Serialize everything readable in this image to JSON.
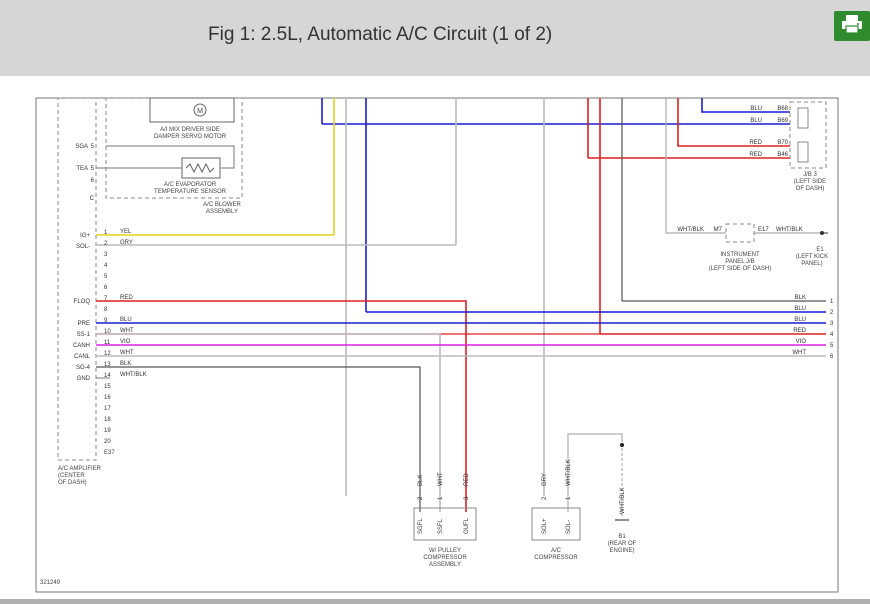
{
  "header": {
    "title": "Fig 1: 2.5L, Automatic A/C Circuit (1 of 2)",
    "print_icon": "printer-icon"
  },
  "diagram": {
    "figure_id": "321249",
    "servo_label": "A/I MIX DRIVER SIDE DAMPER SERVO MOTOR",
    "evap_sensor_label": "A/C EVAPORATOR TEMPERATURE SENSOR",
    "blower_label": "A/C BLOWER ASSEMBLY",
    "amplifier_label": "A/C AMPLIFIER (CENTER OF DASH)",
    "amplifier_connector": "E37",
    "jb3_label": "J/B 3 (LEFT SIDE OF DASH)",
    "instr_panel_label": "INSTRUMENT PANEL J/B (LEFT SIDE OF DASH)",
    "left_kick_label": "E1 (LEFT KICK PANEL)",
    "pulley_label": "W/ PULLEY COMPRESSOR ASSEMBLY",
    "compressor_label": "A/C COMPRESSOR",
    "rear_engine_label": "B1 (REAR OF ENGINE)",
    "pins_upper": [
      {
        "n": "5",
        "name": "SGA"
      },
      {
        "n": "5",
        "name": "TEA"
      },
      {
        "n": "6",
        "name": ""
      },
      {
        "n": "C",
        "name": ""
      }
    ],
    "amp_pins": [
      {
        "n": "1",
        "name": "IG+",
        "wire": "YEL"
      },
      {
        "n": "2",
        "name": "SOL-",
        "wire": "GRY"
      },
      {
        "n": "3",
        "name": "",
        "wire": ""
      },
      {
        "n": "4",
        "name": "",
        "wire": ""
      },
      {
        "n": "5",
        "name": "",
        "wire": ""
      },
      {
        "n": "6",
        "name": "",
        "wire": ""
      },
      {
        "n": "7",
        "name": "FLOQ",
        "wire": "RED"
      },
      {
        "n": "8",
        "name": "",
        "wire": ""
      },
      {
        "n": "9",
        "name": "PRE",
        "wire": "BLU"
      },
      {
        "n": "10",
        "name": "SS-1",
        "wire": "WHT"
      },
      {
        "n": "11",
        "name": "CANH",
        "wire": "VIO"
      },
      {
        "n": "12",
        "name": "CANL",
        "wire": "WHT"
      },
      {
        "n": "13",
        "name": "SG-4",
        "wire": "BLK"
      },
      {
        "n": "14",
        "name": "GND",
        "wire": "WHT/BLK"
      },
      {
        "n": "15",
        "name": "",
        "wire": ""
      },
      {
        "n": "16",
        "name": "",
        "wire": ""
      },
      {
        "n": "17",
        "name": "",
        "wire": ""
      },
      {
        "n": "18",
        "name": "",
        "wire": ""
      },
      {
        "n": "19",
        "name": "",
        "wire": ""
      },
      {
        "n": "20",
        "name": "",
        "wire": ""
      }
    ],
    "right_bus": [
      {
        "n": "1",
        "wire": "BLK",
        "color": "#555555"
      },
      {
        "n": "2",
        "wire": "BLU",
        "color": "#1c1cd0"
      },
      {
        "n": "3",
        "wire": "BLU",
        "color": "#1c1cd0"
      },
      {
        "n": "4",
        "wire": "RED",
        "color": "#e02020"
      },
      {
        "n": "5",
        "wire": "VIO",
        "color": "#e020e0"
      },
      {
        "n": "6",
        "wire": "WHT",
        "color": "#bbbbbb"
      }
    ],
    "jb3_pins": [
      {
        "wire": "BLU",
        "pin": "B68"
      },
      {
        "wire": "BLU",
        "pin": "B69"
      },
      {
        "wire": "RED",
        "pin": "B70"
      },
      {
        "wire": "RED",
        "pin": "B46"
      }
    ],
    "instr": {
      "left_wire": "WHT/BLK",
      "left_pin": "M7",
      "right_pin": "E17",
      "right_wire": "WHT/BLK"
    },
    "pulley_pins": [
      {
        "n": "2",
        "wire": "BLK",
        "name": "SGFL"
      },
      {
        "n": "1",
        "wire": "WHT",
        "name": "SSFL"
      },
      {
        "n": "3",
        "wire": "RED",
        "name": "OUFL"
      }
    ],
    "compressor_pins": [
      {
        "n": "2",
        "wire": "GRY",
        "name": "SOL+"
      },
      {
        "n": "1",
        "wire": "WHT/BLK",
        "name": "SOL-"
      }
    ],
    "ground_wire": "WHT/BLK"
  }
}
